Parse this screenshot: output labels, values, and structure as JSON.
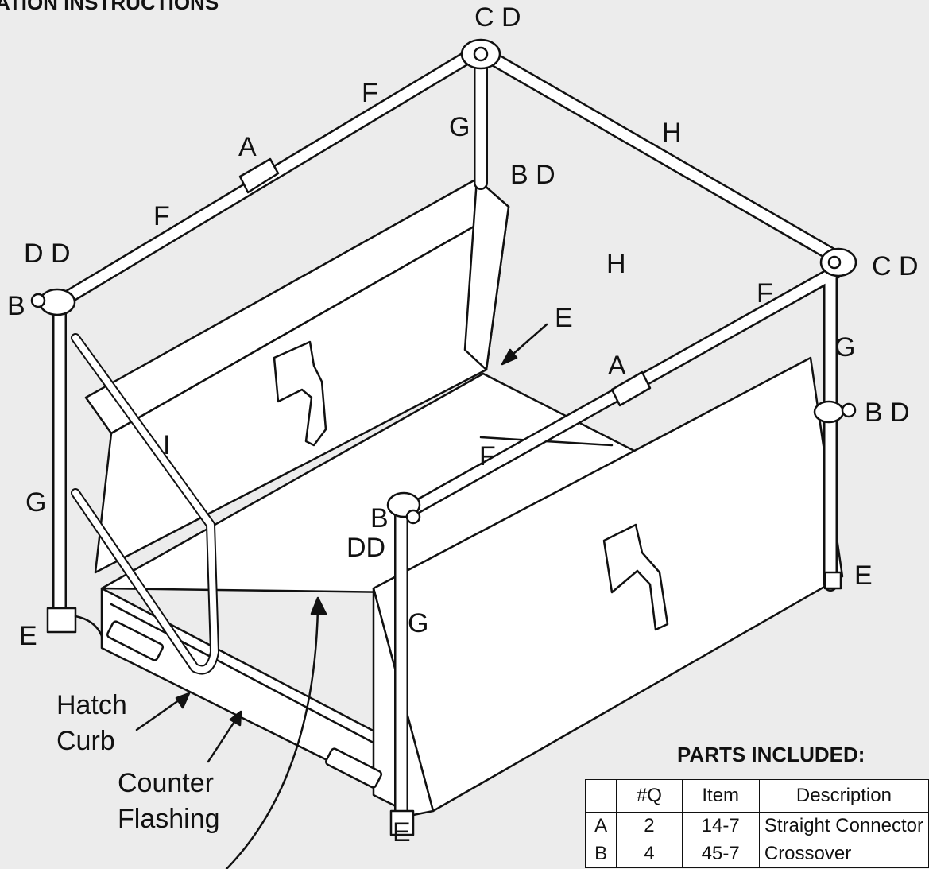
{
  "header_text": "ATION INSTRUCTIONS",
  "labels": {
    "cd_top": "C D",
    "f_top": "F",
    "g_back": "G",
    "h_top": "H",
    "a_left": "A",
    "bd_top": "B D",
    "f_left": "F",
    "dd_left": "D D",
    "b_left": "B",
    "h_mid": "H",
    "cd_right": "C D",
    "f_right": "F",
    "e_arrow": "E",
    "g_right": "G",
    "a_right": "A",
    "bd_right": "B D",
    "i_brace": "I",
    "f_mid": "F",
    "g_left": "G",
    "b_mid": "B",
    "dd_mid": "DD",
    "e_right": "E",
    "g_front": "G",
    "e_left": "E",
    "e_bottom": "E"
  },
  "callouts": {
    "hatch_curb": "Hatch\nCurb",
    "hatch_line1": "Hatch",
    "hatch_line2": "Curb",
    "counter_line1": "Counter",
    "counter_line2": "Flashing"
  },
  "parts": {
    "title": "PARTS INCLUDED:",
    "headers": [
      "",
      "#Q",
      "Item",
      "Description"
    ],
    "rows": [
      [
        "A",
        "2",
        "14-7",
        "Straight Connector"
      ],
      [
        "B",
        "4",
        "45-7",
        "Crossover"
      ]
    ]
  },
  "colors": {
    "background": "#ececec",
    "line": "#111111",
    "fill": "#ffffff"
  }
}
